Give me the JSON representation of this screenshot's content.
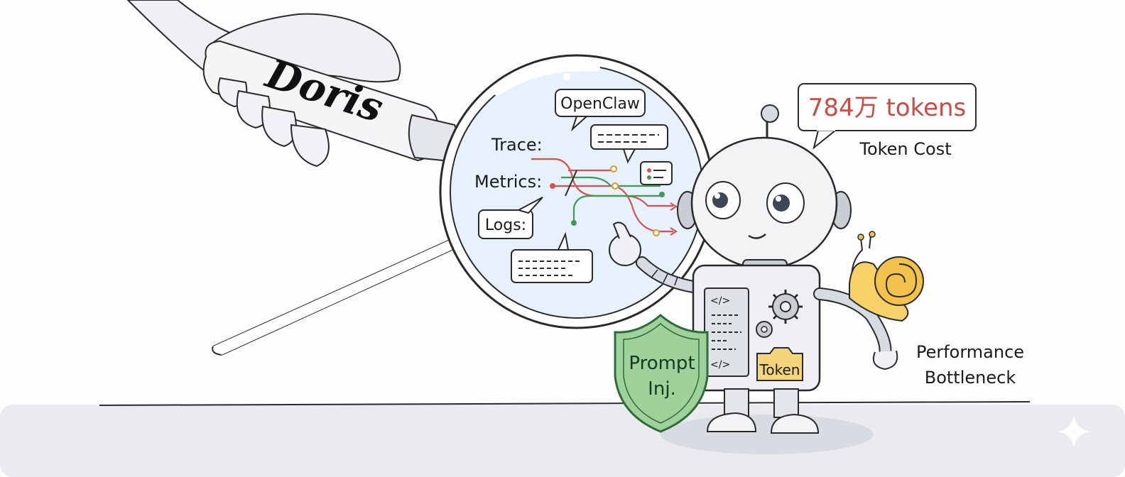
{
  "hand": {
    "brand": "Doris"
  },
  "lens": {
    "labels": {
      "openclaw": "OpenClaw",
      "trace": "Trace:",
      "metrics": "Metrics:",
      "logs": "Logs:"
    },
    "line_colors": {
      "red": "#d9524f",
      "green": "#3f9a52",
      "amber": "#d8a23a"
    }
  },
  "callouts": {
    "token_count": "784万 tokens",
    "token_cost": "Token Cost",
    "performance_line1": "Performance",
    "performance_line2": "Bottleneck"
  },
  "robot": {
    "shield_line1": "Prompt",
    "shield_line2": "Inj.",
    "token_label": "Token",
    "code_tag_top": "</>",
    "code_tag_bottom": "</>"
  },
  "colors": {
    "token_count": "#cc4b45",
    "shield_fill": "#9fd19a",
    "shield_edge": "#2f6b3a",
    "token_card": "#f4d57a",
    "snail": "#f2c24b",
    "ground": "#e9ebef",
    "lens": "#e6f1fb"
  }
}
